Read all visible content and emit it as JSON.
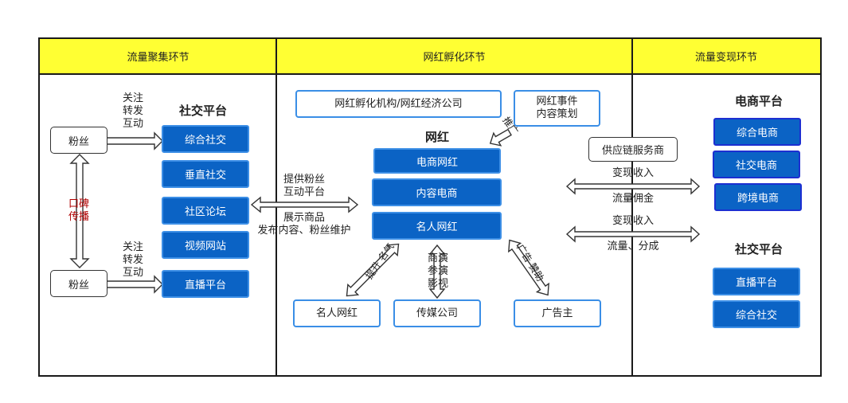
{
  "headers": {
    "left": "流量聚集环节",
    "middle": "网红孵化环节",
    "right": "流量变现环节"
  },
  "left": {
    "fans_top": "粉丝",
    "fans_bottom": "粉丝",
    "word_of_mouth": [
      "口碑",
      "传播"
    ],
    "action_top": [
      "关注",
      "转发",
      "互动"
    ],
    "action_bottom": [
      "关注",
      "转发",
      "互动"
    ],
    "social_title": "社交平台",
    "social_items": [
      "综合社交",
      "垂直社交",
      "社区论坛",
      "视频网站",
      "直播平台"
    ]
  },
  "middle": {
    "agency": "网红孵化机构/网红经济公司",
    "event": [
      "网红事件",
      "内容策划"
    ],
    "event_arrow_label": "推广",
    "influencer_title": "网红",
    "influencer_items": [
      "电商网红",
      "内容电商",
      "名人网红"
    ],
    "left_arrow_top": [
      "提供粉丝",
      "互动平台"
    ],
    "left_arrow_bottom": [
      "展示商品",
      "发布内容、粉丝维护"
    ],
    "bottom_boxes": [
      "名人网红",
      "传媒公司",
      "广告主"
    ],
    "arrow_left_label": [
      "提",
      "升",
      "名",
      "气"
    ],
    "arrow_mid_label": [
      "商演",
      "参演",
      "影视"
    ],
    "arrow_right_label": [
      "广",
      "告",
      "赞",
      "助"
    ]
  },
  "right": {
    "supply_chain": "供应链服务商",
    "arrow1_top": "变现收入",
    "arrow1_bottom": "流量佣金",
    "arrow2_top": "变现收入",
    "arrow2_bottom": "流量、分成",
    "ecom_title": "电商平台",
    "ecom_items": [
      "综合电商",
      "社交电商",
      "跨境电商"
    ],
    "social_title": "社交平台",
    "social_items": [
      "直播平台",
      "综合社交"
    ]
  },
  "colors": {
    "header_bg": "#ffff33",
    "blue_box": "#0b63c5",
    "outline_blue": "#3a8ee6",
    "red_text": "#b00000"
  }
}
